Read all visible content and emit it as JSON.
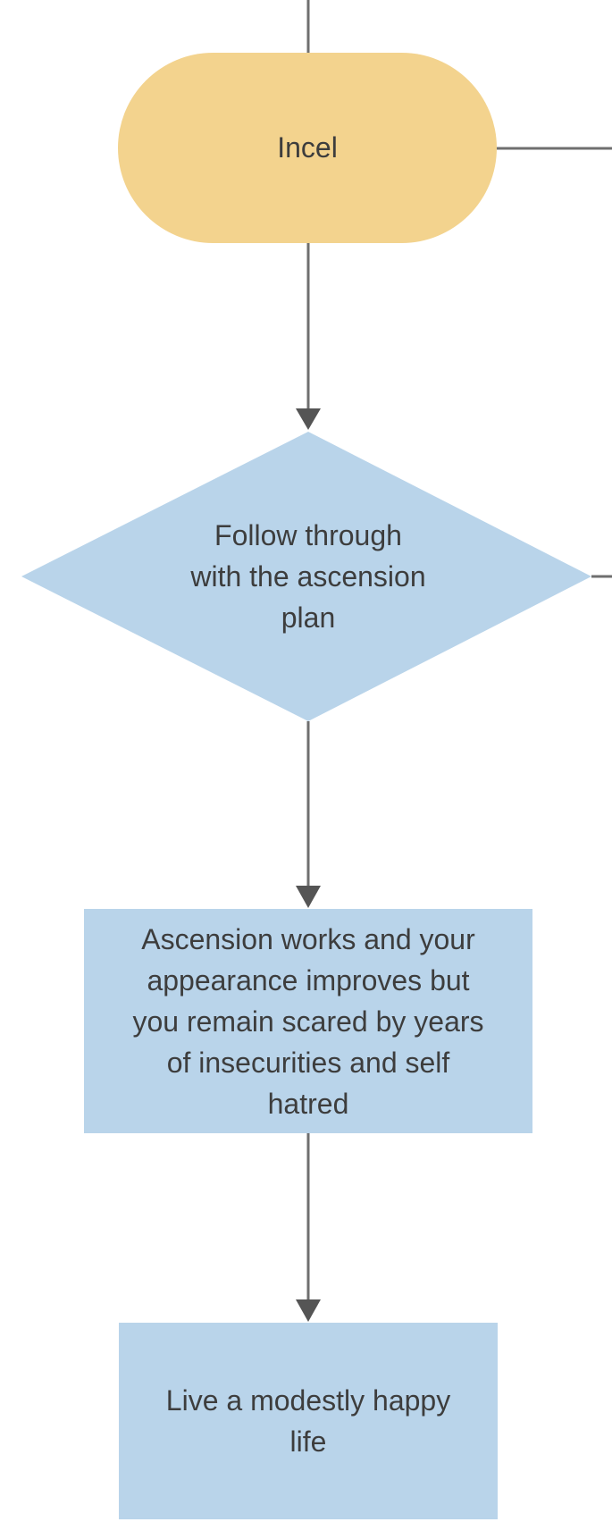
{
  "diagram": {
    "start_node": {
      "label": "Incel"
    },
    "decision_node": {
      "label": "Follow through\nwith the ascension\nplan"
    },
    "process_node_1": {
      "label": "Ascension works and your\nappearance improves but\nyou remain scared by years\nof insecurities and self\nhatred"
    },
    "process_node_2": {
      "label": "Live a modestly happy\nlife"
    },
    "colors": {
      "terminal_fill": "#f3d38e",
      "decision_fill": "#b9d4ea",
      "process_fill": "#b9d4ea",
      "connector": "#6f6f6f",
      "arrowhead": "#555555",
      "text": "#3d3d3d"
    }
  }
}
